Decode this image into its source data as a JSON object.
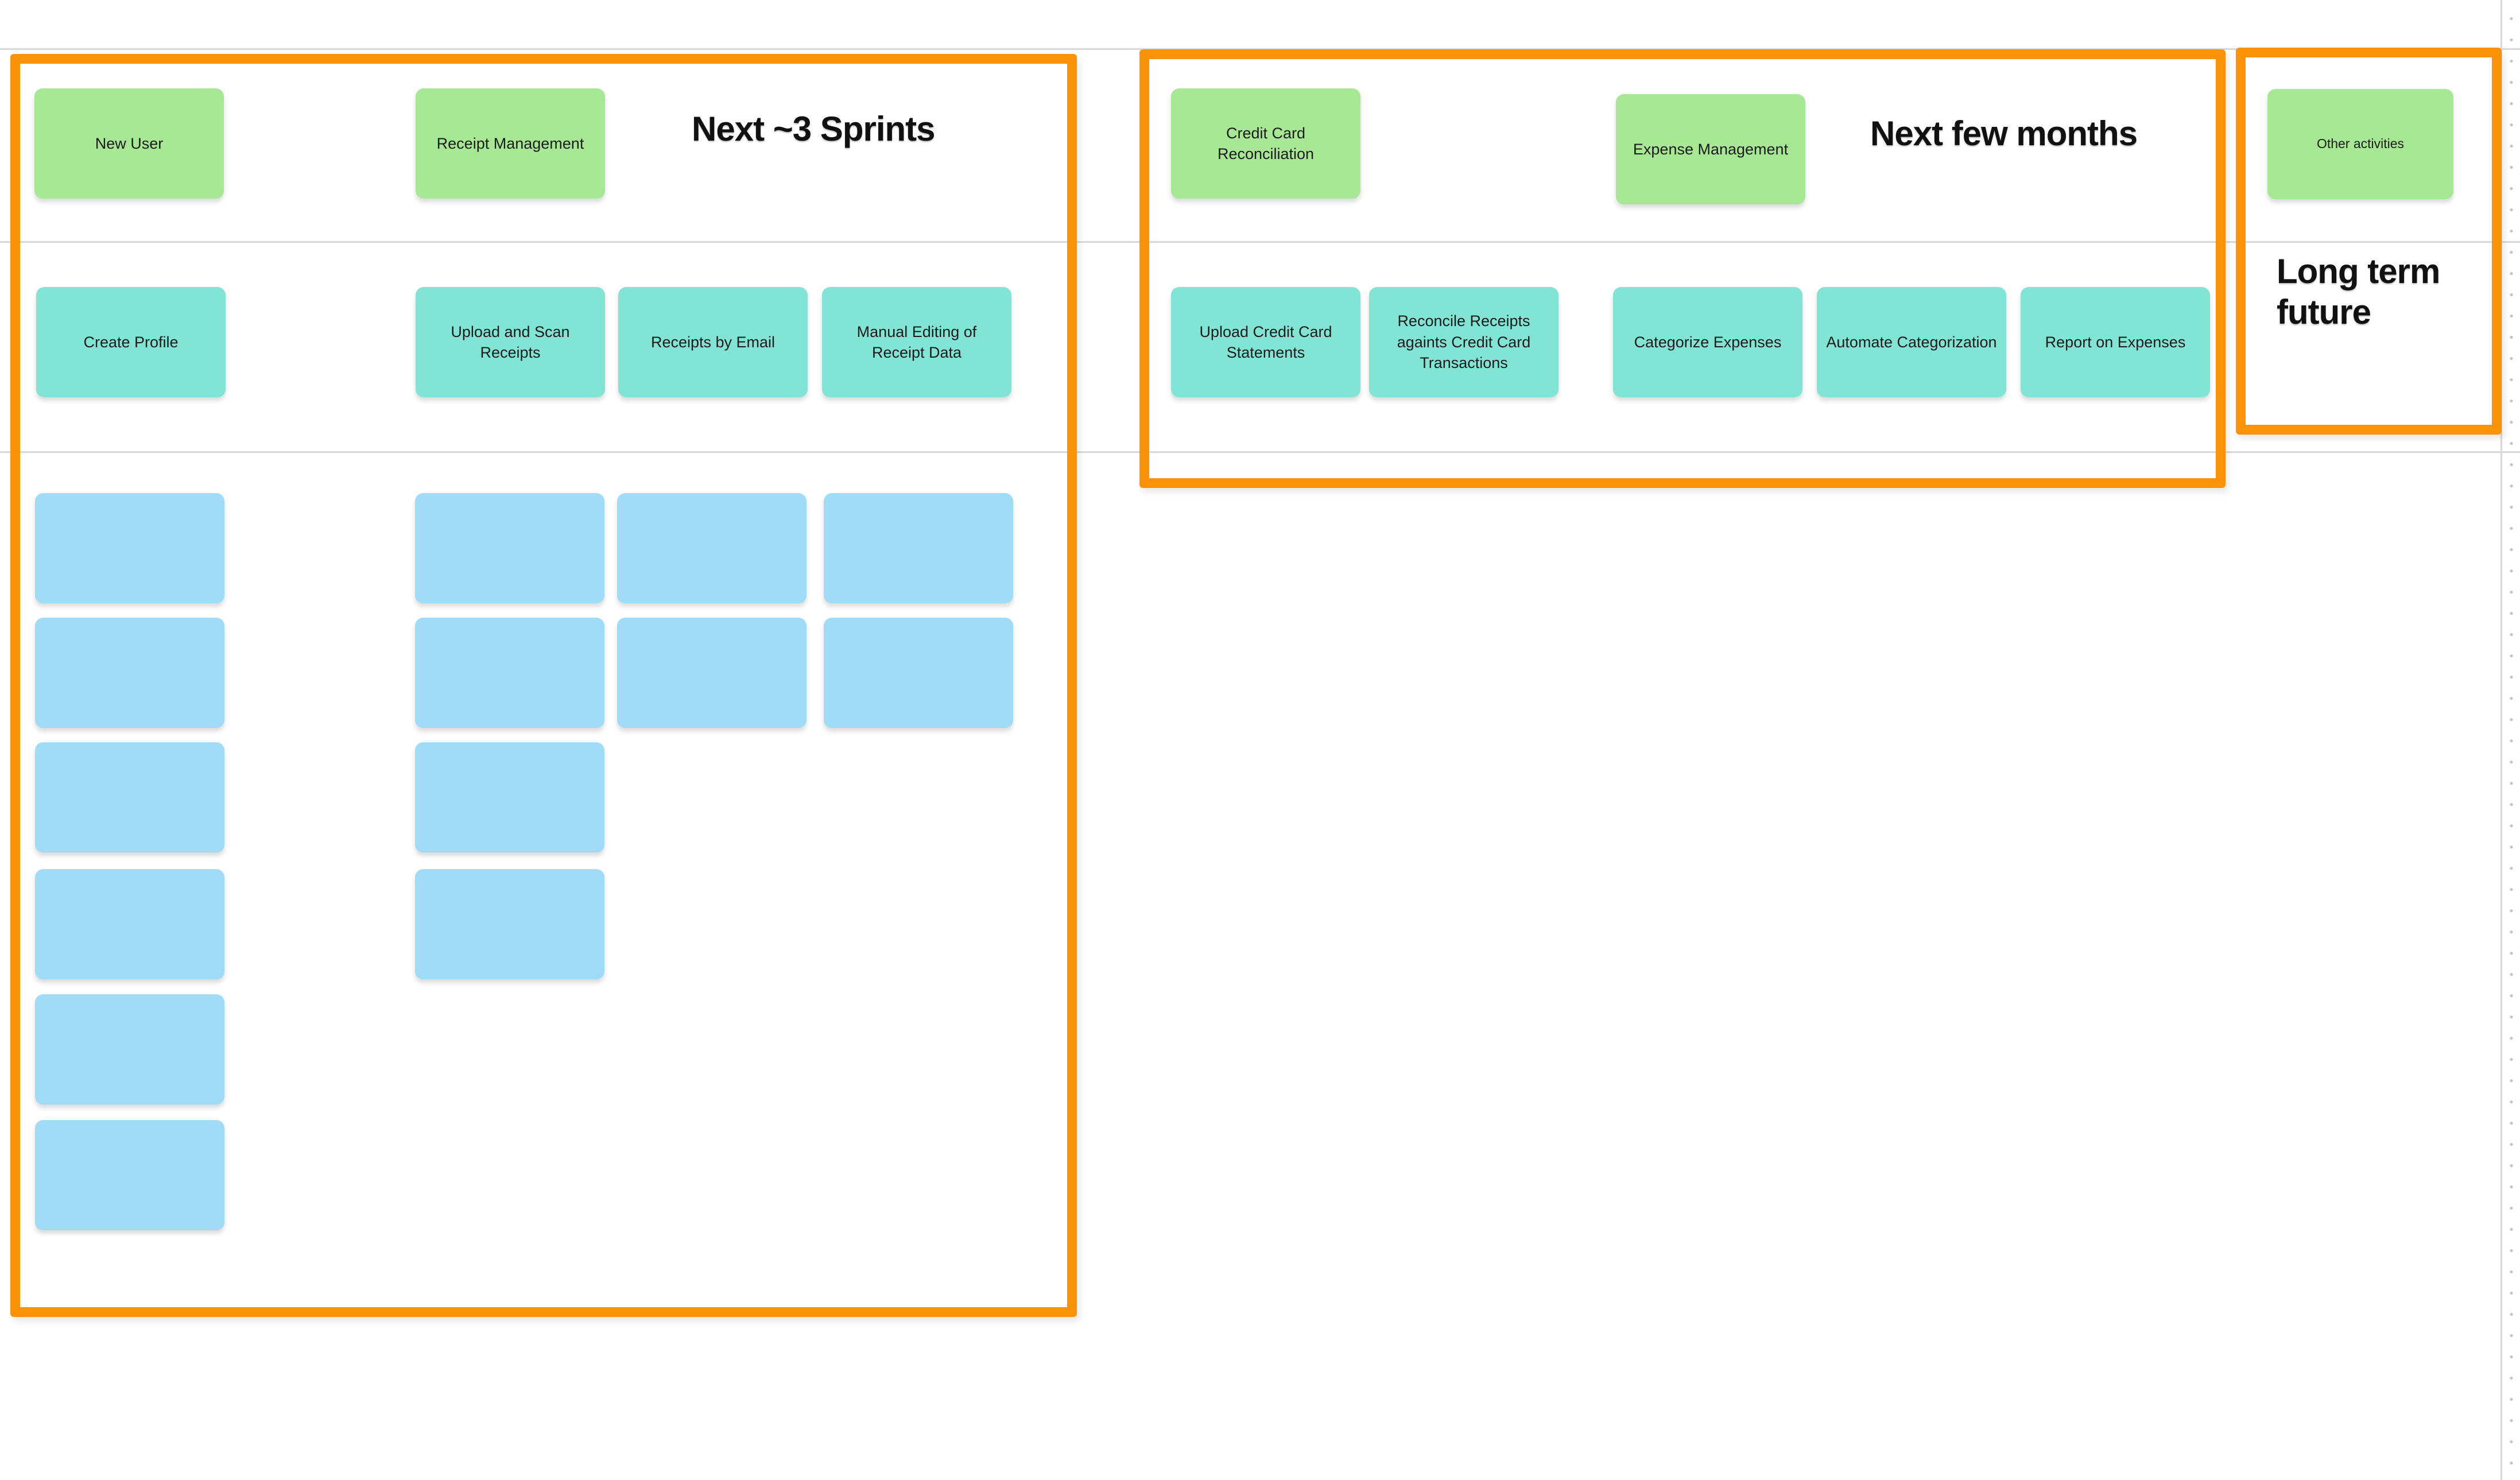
{
  "colors": {
    "frame_border": "#fb9207",
    "sticky_green": "#a6e894",
    "sticky_teal": "#82e4d4",
    "sticky_blue": "#a0dcf8",
    "grid_line": "#d9d9d9",
    "dot_color": "#c2c2c2",
    "text": "#1b1b1b"
  },
  "frames": {
    "sprints": {
      "title": "Next ~3 Sprints"
    },
    "months": {
      "title": "Next few months"
    },
    "future": {
      "title": "Long term future"
    }
  },
  "stickies": {
    "green": [
      {
        "label": "New User"
      },
      {
        "label": "Receipt Management"
      },
      {
        "label": "Credit Card Reconciliation"
      },
      {
        "label": "Expense Management"
      },
      {
        "label": "Other activities"
      }
    ],
    "teal": [
      {
        "label": "Create Profile"
      },
      {
        "label": "Upload and Scan Receipts"
      },
      {
        "label": "Receipts by Email"
      },
      {
        "label": "Manual Editing of Receipt Data"
      },
      {
        "label": "Upload Credit Card Statements"
      },
      {
        "label": "Reconcile Receipts againts Credit Card Transactions"
      },
      {
        "label": "Categorize Expenses"
      },
      {
        "label": "Automate Categorization"
      },
      {
        "label": "Report on Expenses"
      }
    ],
    "blue_empty_counts": {
      "column1": 6,
      "column2": 4,
      "column3": 2,
      "column4": 2
    }
  }
}
